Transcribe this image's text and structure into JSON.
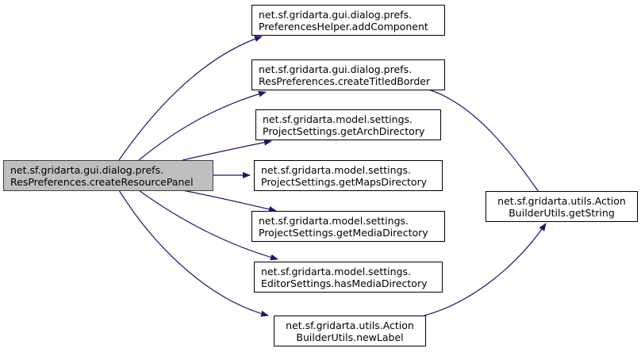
{
  "diagram": {
    "type": "call-graph",
    "edge_color": "#191970",
    "nodes": [
      {
        "id": "root",
        "line1": "net.sf.gridarta.gui.dialog.prefs.",
        "line2": "ResPreferences.createResourcePanel",
        "highlighted": true
      },
      {
        "id": "addComponent",
        "line1": "net.sf.gridarta.gui.dialog.prefs.",
        "line2": "PreferencesHelper.addComponent"
      },
      {
        "id": "createTitledBorder",
        "line1": "net.sf.gridarta.gui.dialog.prefs.",
        "line2": "ResPreferences.createTitledBorder"
      },
      {
        "id": "getArchDirectory",
        "line1": "net.sf.gridarta.model.settings.",
        "line2": "ProjectSettings.getArchDirectory"
      },
      {
        "id": "getMapsDirectory",
        "line1": "net.sf.gridarta.model.settings.",
        "line2": "ProjectSettings.getMapsDirectory"
      },
      {
        "id": "getMediaDirectory",
        "line1": "net.sf.gridarta.model.settings.",
        "line2": "ProjectSettings.getMediaDirectory"
      },
      {
        "id": "hasMediaDirectory",
        "line1": "net.sf.gridarta.model.settings.",
        "line2": "EditorSettings.hasMediaDirectory"
      },
      {
        "id": "newLabel",
        "line1": "net.sf.gridarta.utils.Action",
        "line2": "BuilderUtils.newLabel"
      },
      {
        "id": "getString",
        "line1": "net.sf.gridarta.utils.Action",
        "line2": "BuilderUtils.getString"
      }
    ],
    "edges": [
      {
        "from": "root",
        "to": "addComponent"
      },
      {
        "from": "root",
        "to": "createTitledBorder"
      },
      {
        "from": "root",
        "to": "getArchDirectory"
      },
      {
        "from": "root",
        "to": "getMapsDirectory"
      },
      {
        "from": "root",
        "to": "getMediaDirectory"
      },
      {
        "from": "root",
        "to": "hasMediaDirectory"
      },
      {
        "from": "root",
        "to": "newLabel"
      },
      {
        "from": "createTitledBorder",
        "to": "getString"
      },
      {
        "from": "newLabel",
        "to": "getString"
      }
    ]
  }
}
